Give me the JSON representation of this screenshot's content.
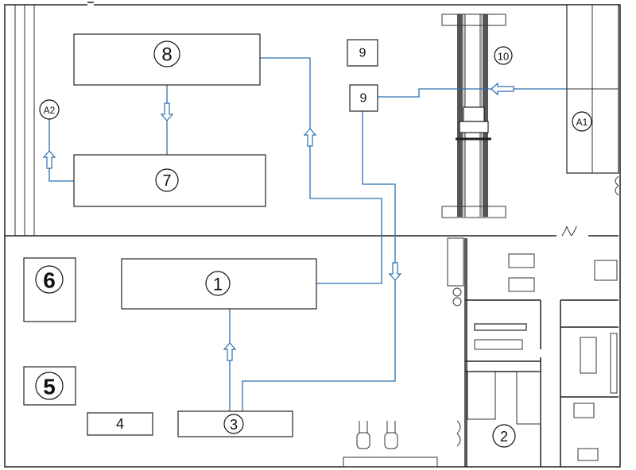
{
  "title": "Floor plan layout with process flow",
  "areas": {
    "a1": "A1",
    "a2": "A2",
    "s1": "1",
    "s2": "2",
    "s3": "3",
    "s4": "4",
    "s5": "5",
    "s6": "6",
    "s7": "7",
    "s8": "8",
    "s9a": "9",
    "s9b": "9",
    "s10": "10"
  },
  "colors": {
    "flow": "#2a6fb0",
    "wall": "#222222"
  }
}
